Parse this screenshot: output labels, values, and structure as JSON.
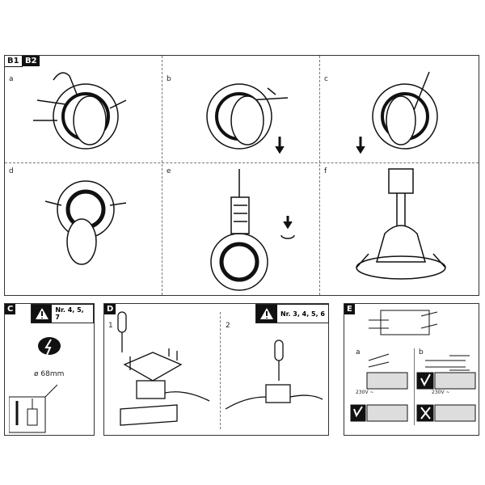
{
  "top": {
    "tags": [
      "B1",
      "B2"
    ],
    "panels": [
      "a",
      "b",
      "c",
      "d",
      "e",
      "f"
    ]
  },
  "C": {
    "label": "C",
    "warning": "Nr. 4, 5, 7",
    "diameter": "ø 68mm"
  },
  "D": {
    "label": "D",
    "warning": "Nr. 3, 4, 5, 6",
    "steps": [
      "1",
      "2"
    ]
  },
  "E": {
    "label": "E",
    "subs": [
      "a",
      "b"
    ],
    "voltage_a": "230V ~",
    "voltage_b": "230V ~"
  }
}
